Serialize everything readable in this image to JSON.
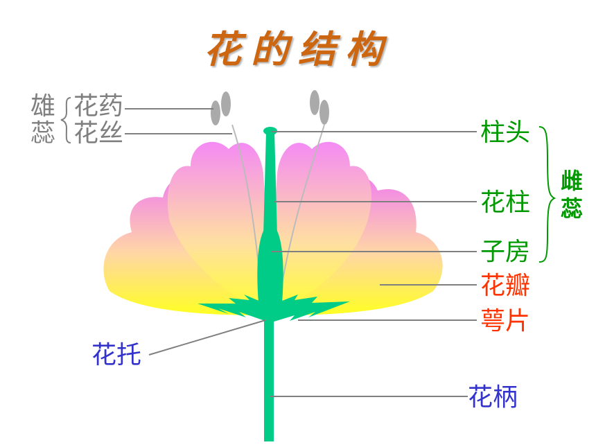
{
  "title": "花的结构",
  "stamen": {
    "group_chars": [
      "雄",
      "蕊"
    ],
    "parts": [
      "花药",
      "花丝"
    ]
  },
  "pistil": {
    "group_chars": [
      "雌",
      "蕊"
    ],
    "parts": [
      "柱头",
      "花柱",
      "子房"
    ]
  },
  "labels": {
    "petal": "花瓣",
    "sepal": "萼片",
    "receptacle": "花托",
    "pedicel": "花柄"
  },
  "colors": {
    "title": "#cc6611",
    "stamen_text": "#7f7f7f",
    "pistil_text": "#009900",
    "petal_sepal_text": "#ff3300",
    "base_text": "#3333cc",
    "stem": "#00cc88",
    "petal_top": "#f07ef0",
    "petal_bottom": "#ffff22",
    "anther": "#aaaaaa"
  }
}
